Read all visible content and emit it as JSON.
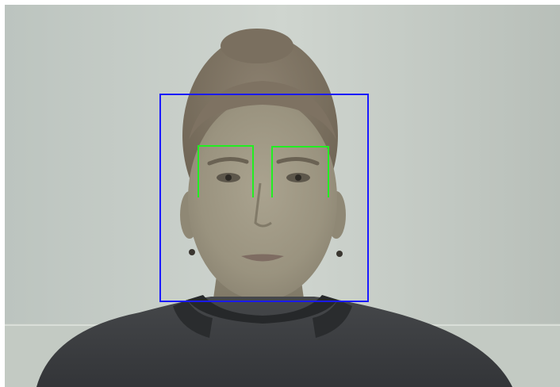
{
  "scene": {
    "subject": "face-photo",
    "colors": {
      "wall": "#c9d0c9",
      "skin": "#a19a86",
      "hair": "#7e7262",
      "sweater": "#3c3e40",
      "face_box": "#1a1aff",
      "eye_box": "#22ee22"
    }
  },
  "detections": {
    "face": {
      "label": "face",
      "color": "#1a1aff"
    },
    "eyes": [
      {
        "label": "left-eye",
        "color": "#22ee22"
      },
      {
        "label": "right-eye",
        "color": "#22ee22"
      }
    ]
  }
}
